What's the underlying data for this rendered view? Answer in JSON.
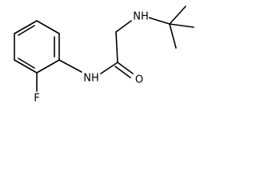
{
  "molecule": {
    "atoms": {
      "nh_amine": "NH",
      "nh_amide": "NH",
      "o_carbonyl": "O",
      "f_fluoro": "F"
    }
  }
}
